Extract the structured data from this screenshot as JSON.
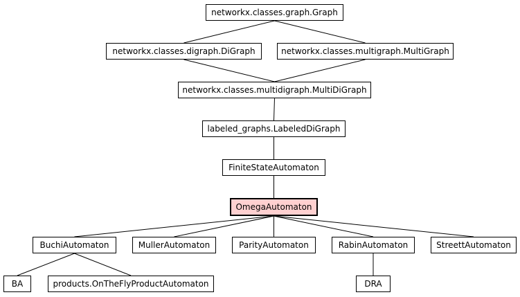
{
  "diagram": {
    "nodes": {
      "graph": "networkx.classes.graph.Graph",
      "digraph": "networkx.classes.digraph.DiGraph",
      "multigraph": "networkx.classes.multigraph.MultiGraph",
      "multidigraph": "networkx.classes.multidigraph.MultiDiGraph",
      "labeled_digraph": "labeled_graphs.LabeledDiGraph",
      "finite_state_automaton": "FiniteStateAutomaton",
      "omega_automaton": "OmegaAutomaton",
      "buchi_automaton": "BuchiAutomaton",
      "muller_automaton": "MullerAutomaton",
      "parity_automaton": "ParityAutomaton",
      "rabin_automaton": "RabinAutomaton",
      "streett_automaton": "StreettAutomaton",
      "ba": "BA",
      "on_the_fly_product_automaton": "products.OnTheFlyProductAutomaton",
      "dra": "DRA"
    },
    "edges": [
      [
        "graph",
        "digraph"
      ],
      [
        "graph",
        "multigraph"
      ],
      [
        "digraph",
        "multidigraph"
      ],
      [
        "multigraph",
        "multidigraph"
      ],
      [
        "multidigraph",
        "labeled_digraph"
      ],
      [
        "labeled_digraph",
        "finite_state_automaton"
      ],
      [
        "finite_state_automaton",
        "omega_automaton"
      ],
      [
        "omega_automaton",
        "buchi_automaton"
      ],
      [
        "omega_automaton",
        "muller_automaton"
      ],
      [
        "omega_automaton",
        "parity_automaton"
      ],
      [
        "omega_automaton",
        "rabin_automaton"
      ],
      [
        "omega_automaton",
        "streett_automaton"
      ],
      [
        "buchi_automaton",
        "ba"
      ],
      [
        "buchi_automaton",
        "on_the_fly_product_automaton"
      ],
      [
        "rabin_automaton",
        "dra"
      ]
    ],
    "highlighted_node": "omega_automaton",
    "colors": {
      "highlight_fill": "#ffd0d0",
      "node_border": "#000000",
      "edge": "#000000",
      "background": "#ffffff"
    }
  }
}
